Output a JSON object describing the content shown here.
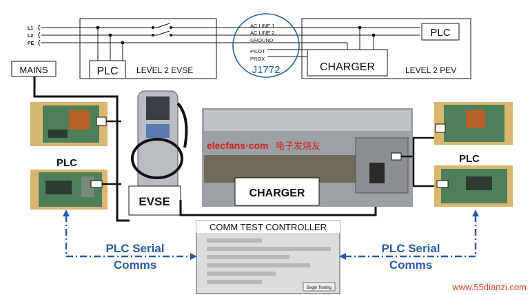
{
  "wiring": {
    "lines": [
      "L1",
      "L2",
      "PE"
    ],
    "evse_plc": "PLC",
    "evse_label": "LEVEL 2 EVSE",
    "pev_plc": "PLC",
    "charger": "CHARGER",
    "pev_label": "LEVEL 2 PEV",
    "circle_lines": [
      "AC LINE 1",
      "AC LINE 2",
      "GROUND",
      "PILOT",
      "PROX"
    ],
    "standard": "J1772"
  },
  "photo": {
    "mains": "MAINS",
    "plc_left": "PLC",
    "plc_right": "PLC",
    "evse": "EVSE",
    "charger": "CHARGER",
    "brand": "elecfans·com",
    "brand_cn": "电子发烧友",
    "comm_title": "COMM TEST CONTROLLER",
    "comm_button": "Begin Testing",
    "serial_left": [
      "PLC Serial",
      "Comms"
    ],
    "serial_right": [
      "PLC Serial",
      "Comms"
    ],
    "watermark": "www.55dianzi.com"
  },
  "colors": {
    "blue": "#2a5aa8",
    "watermark": "#e0402a"
  }
}
